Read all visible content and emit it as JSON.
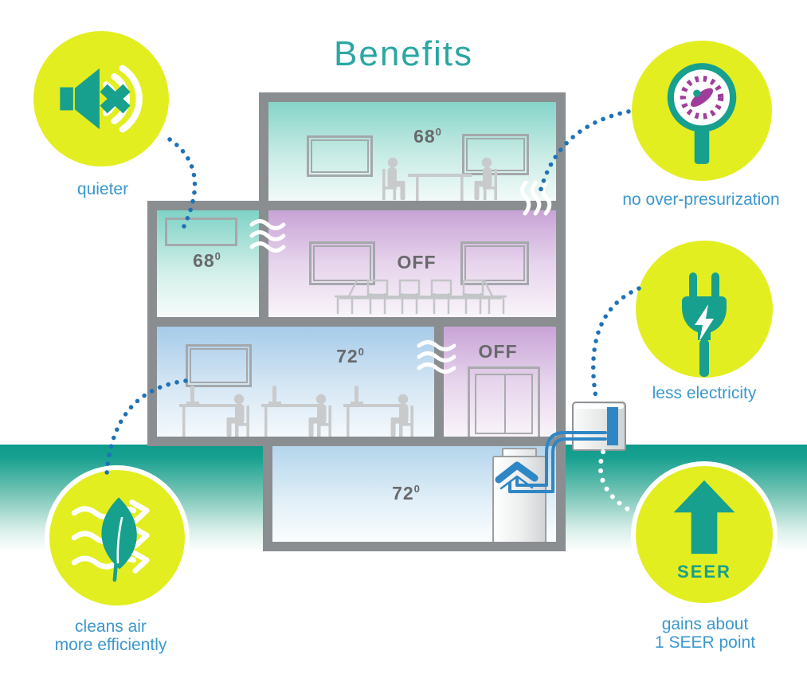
{
  "title": "Benefits",
  "benefits": {
    "quieter": {
      "label": "quieter",
      "icon": "speaker-muted-icon"
    },
    "pressure": {
      "label": "no over-presurization",
      "icon": "pressure-gauge-icon"
    },
    "electricity": {
      "label": "less electricity",
      "icon": "power-plug-icon"
    },
    "air": {
      "line1": "cleans air",
      "line2": "more efficiently",
      "icon": "leaf-airflow-icon"
    },
    "seer": {
      "line1": "gains about",
      "line2": "1 SEER point",
      "badge": "SEER",
      "icon": "arrow-up-icon"
    }
  },
  "building": {
    "top_floor": {
      "temp": "68",
      "deg": "0"
    },
    "second_floor_left": {
      "temp": "68",
      "deg": "0"
    },
    "second_floor_right": {
      "status": "OFF"
    },
    "first_floor_left": {
      "temp": "72",
      "deg": "0"
    },
    "first_floor_right": {
      "status": "OFF"
    },
    "basement": {
      "temp": "72",
      "deg": "0"
    }
  },
  "colors": {
    "accent_yellow": "#e3ee21",
    "icon_teal": "#17a08d",
    "title_teal": "#2aa7a2",
    "label_blue": "#3b97cf",
    "dot_blue": "#1d72b7",
    "gauge_purple": "#a03c9c",
    "wall_gray": "#8a8e91",
    "pipe_blue": "#2e86c5"
  }
}
